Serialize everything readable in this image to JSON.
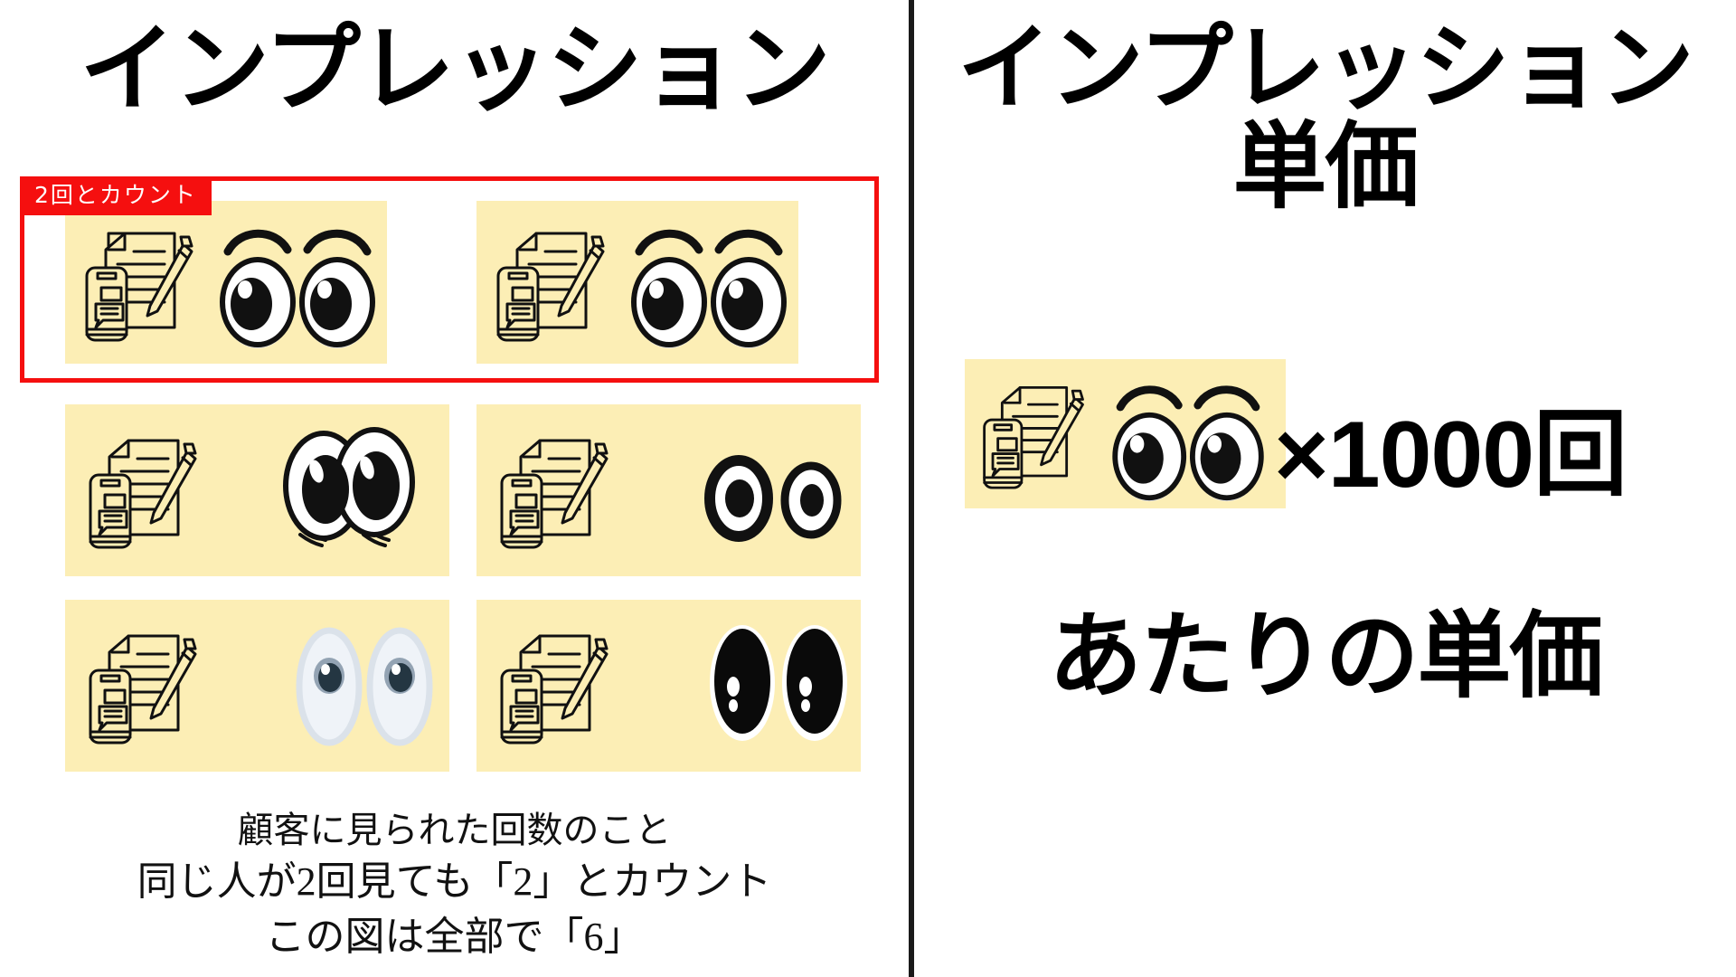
{
  "left": {
    "title": "インプレッション",
    "badge": "2回とカウント",
    "captions": [
      "顧客に見られた回数のこと",
      "同じ人が2回見ても「2」とカウント",
      "この図は全部で「6」"
    ],
    "cells": [
      {
        "id": "cell-1",
        "eye_style": "wide-open-with-brows",
        "highlighted": true
      },
      {
        "id": "cell-2",
        "eye_style": "wide-open-with-brows",
        "highlighted": true
      },
      {
        "id": "cell-3",
        "eye_style": "big-shiny-tilted",
        "highlighted": false
      },
      {
        "id": "cell-4",
        "eye_style": "small-bold-outline",
        "highlighted": false
      },
      {
        "id": "cell-5",
        "eye_style": "pale-sleepy",
        "highlighted": false
      },
      {
        "id": "cell-6",
        "eye_style": "solid-black-oval",
        "highlighted": false
      }
    ]
  },
  "right": {
    "title_line1": "インプレッション",
    "title_line2": "単価",
    "multiplier": "×1000回",
    "bottom_text": "あたりの単価"
  },
  "colors": {
    "card_yellow": "#fceeb5",
    "accent_red": "#f50f0f",
    "divider": "#1a1a1a",
    "text": "#000000",
    "background": "#ffffff"
  }
}
